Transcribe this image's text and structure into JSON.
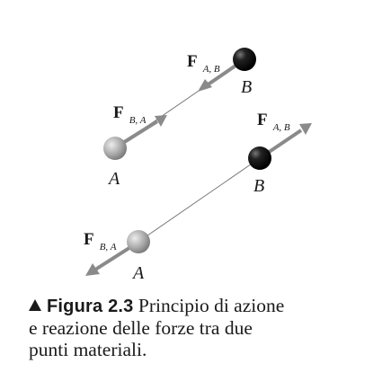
{
  "diagram": {
    "top": {
      "force_on_A_main": "F",
      "force_on_A_sub": "B, A",
      "force_on_B_main": "F",
      "force_on_B_sub": "A, B",
      "label_A": "A",
      "label_B": "B"
    },
    "bottom": {
      "force_on_A_main": "F",
      "force_on_A_sub": "B, A",
      "force_on_B_main": "F",
      "force_on_B_sub": "A, B",
      "label_A": "A",
      "label_B": "B"
    }
  },
  "caption": {
    "figure_label": "Figura 2.3",
    "text_line1": "Principio di azione",
    "text_line2": "e reazione delle forze tra due",
    "text_line3": "punti materiali."
  },
  "colors": {
    "arrow": "#8a8a8a",
    "ball_A": "#a9a9a9",
    "ball_B": "#111111",
    "text": "#1a1a1a"
  }
}
